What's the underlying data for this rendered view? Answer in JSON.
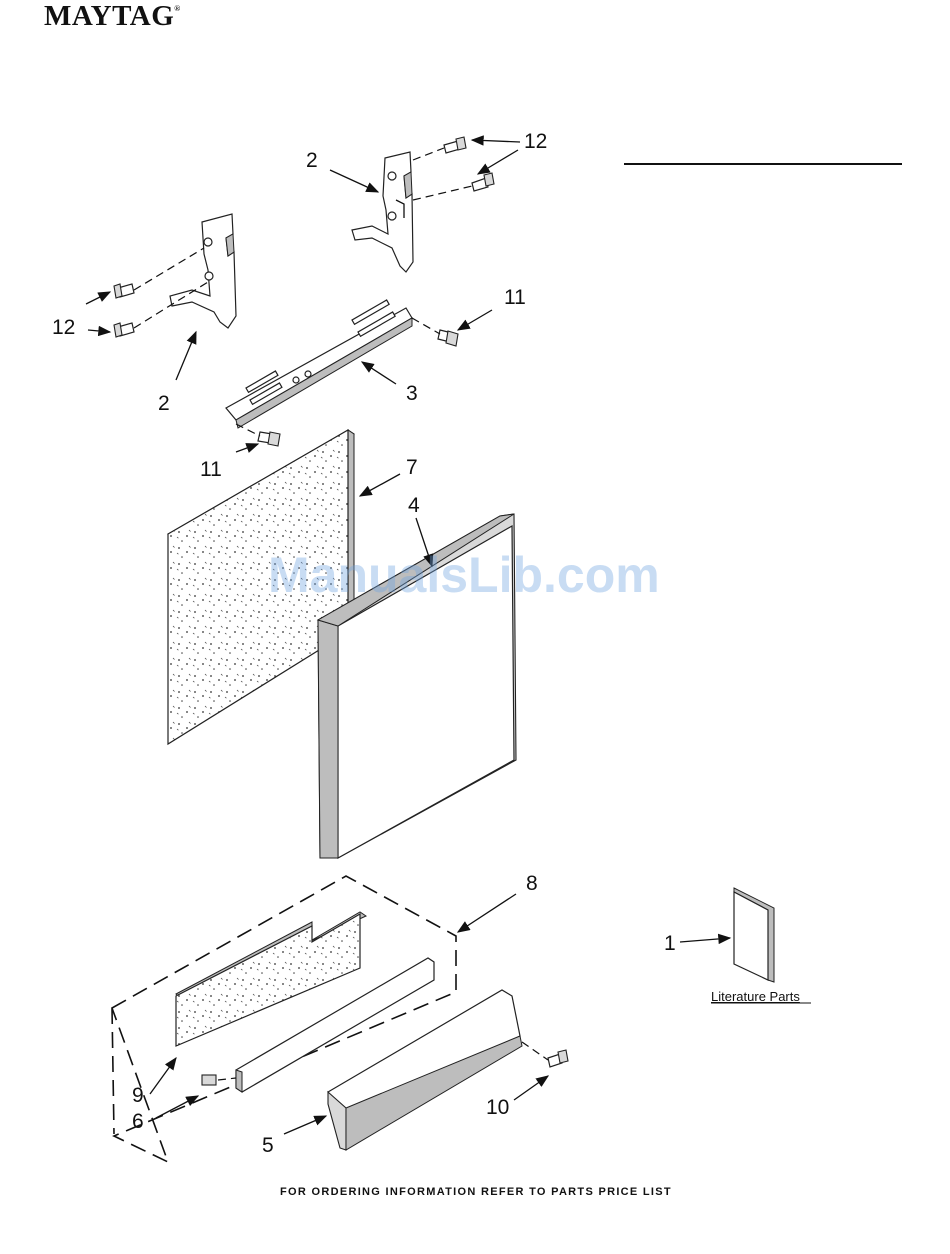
{
  "brand": {
    "name": "MAYTAG",
    "mark": "®"
  },
  "callouts": {
    "c1": "1",
    "c2a": "2",
    "c2b": "2",
    "c3": "3",
    "c4": "4",
    "c5": "5",
    "c6": "6",
    "c7": "7",
    "c8": "8",
    "c9": "9",
    "c10": "10",
    "c11a": "11",
    "c11b": "11",
    "c12a": "12",
    "c12b": "12"
  },
  "literature_label": "Literature Parts",
  "watermark": "ManualsLib.com",
  "footer": "FOR ORDERING INFORMATION REFER TO PARTS PRICE LIST",
  "colors": {
    "watermark": "#6fa4e0",
    "ink": "#111111"
  }
}
